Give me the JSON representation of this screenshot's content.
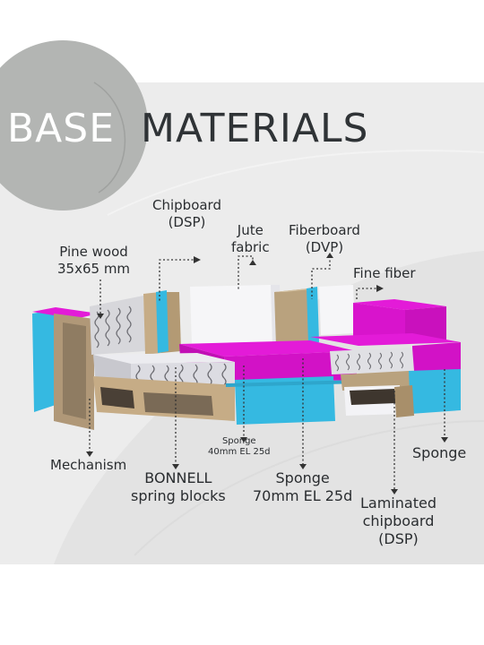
{
  "title": {
    "word1": "BASE",
    "word2": "MATERIALS"
  },
  "labels": {
    "pine_wood_l1": "Pine wood",
    "pine_wood_l2": "35x65 mm",
    "chipboard_l1": "Chipboard",
    "chipboard_l2": "(DSP)",
    "jute_l1": "Jute",
    "jute_l2": "fabric",
    "fiberboard_l1": "Fiberboard",
    "fiberboard_l2": "(DVP)",
    "fine_fiber": "Fine fiber",
    "mechanism": "Mechanism",
    "bonnell_l1": "BONNELL",
    "bonnell_l2": "spring blocks",
    "sponge40_l1": "Sponge",
    "sponge40_l2": "40mm EL 25d",
    "sponge70_l1": "Sponge",
    "sponge70_l2": "70mm EL 25d",
    "sponge": "Sponge",
    "laminated_l1": "Laminated",
    "laminated_l2": "chipboard",
    "laminated_l3": "(DSP)"
  },
  "colors": {
    "background": "#ffffff",
    "panel": "#ececec",
    "title_circle": "#b3b5b3",
    "magenta_foam": "#e31bd8",
    "cyan_foam": "#35b9e1",
    "chipboard": "#c6ac86",
    "white_layer": "#f6f6f8",
    "text": "#2a2d30"
  }
}
